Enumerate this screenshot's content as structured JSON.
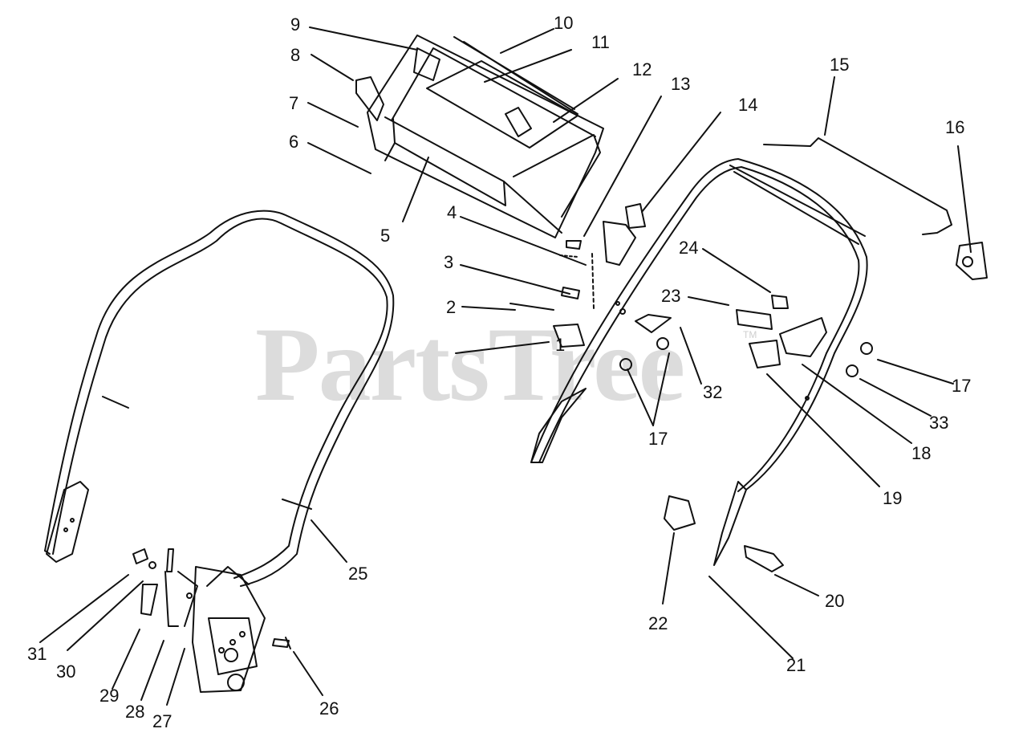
{
  "watermark": {
    "text": "PartsTree",
    "tm": "TM",
    "color": "#dcdcdc"
  },
  "callouts": [
    "1",
    "2",
    "3",
    "4",
    "5",
    "6",
    "7",
    "8",
    "9",
    "10",
    "11",
    "12",
    "13",
    "14",
    "15",
    "16",
    "17",
    "17",
    "17",
    "18",
    "19",
    "20",
    "21",
    "22",
    "23",
    "24",
    "25",
    "26",
    "27",
    "28",
    "29",
    "30",
    "31",
    "32",
    "33"
  ],
  "colors": {
    "line": "#111111",
    "background": "#ffffff"
  }
}
